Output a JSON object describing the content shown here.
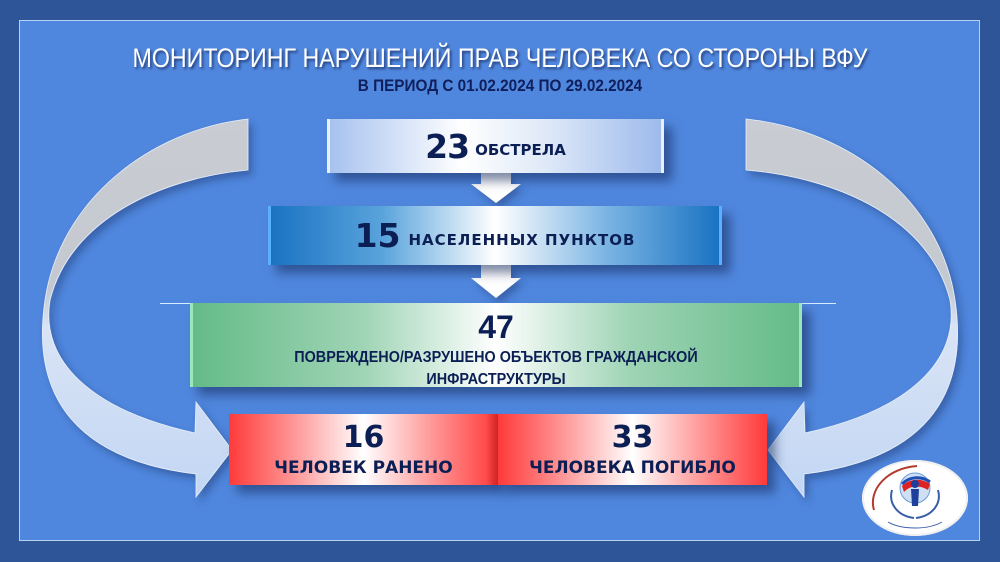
{
  "header": {
    "title": "МОНИТОРИНГ НАРУШЕНИЙ ПРАВ ЧЕЛОВЕКА СО СТОРОНЫ ВФУ",
    "subtitle": "В ПЕРИОД С 01.02.2024 ПО 29.02.2024"
  },
  "flow": {
    "shelling": {
      "value": "23",
      "label": "ОБСТРЕЛА"
    },
    "settlements": {
      "value": "15",
      "label": "НАСЕЛЕННЫХ ПУНКТОВ"
    },
    "infrastructure": {
      "value": "47",
      "label_line1": "ПОВРЕЖДЕНО/РАЗРУШЕНО ОБЪЕКТОВ ГРАЖДАНСКОЙ",
      "label_line2": "ИНФРАСТРУКТУРЫ"
    },
    "wounded": {
      "value": "16",
      "label": "ЧЕЛОВЕК РАНЕНО"
    },
    "killed": {
      "value": "33",
      "label": "ЧЕЛОВЕКА ПОГИБЛО"
    }
  },
  "icons": {
    "down_arrow": "down-arrow-icon",
    "curved_arrow_left": "curved-arrow-left-icon",
    "curved_arrow_right": "curved-arrow-right-icon",
    "logo": "ombudsman-logo-icon"
  },
  "colors": {
    "background_outer": "#2d5598",
    "background_panel": "#5087de",
    "text_dark": "#0c1f55",
    "box_shelling": "#a7c2ef",
    "box_settlements": "#1a73c2",
    "box_infrastructure": "#64bb88",
    "box_casualties": "#ff3a3a"
  }
}
